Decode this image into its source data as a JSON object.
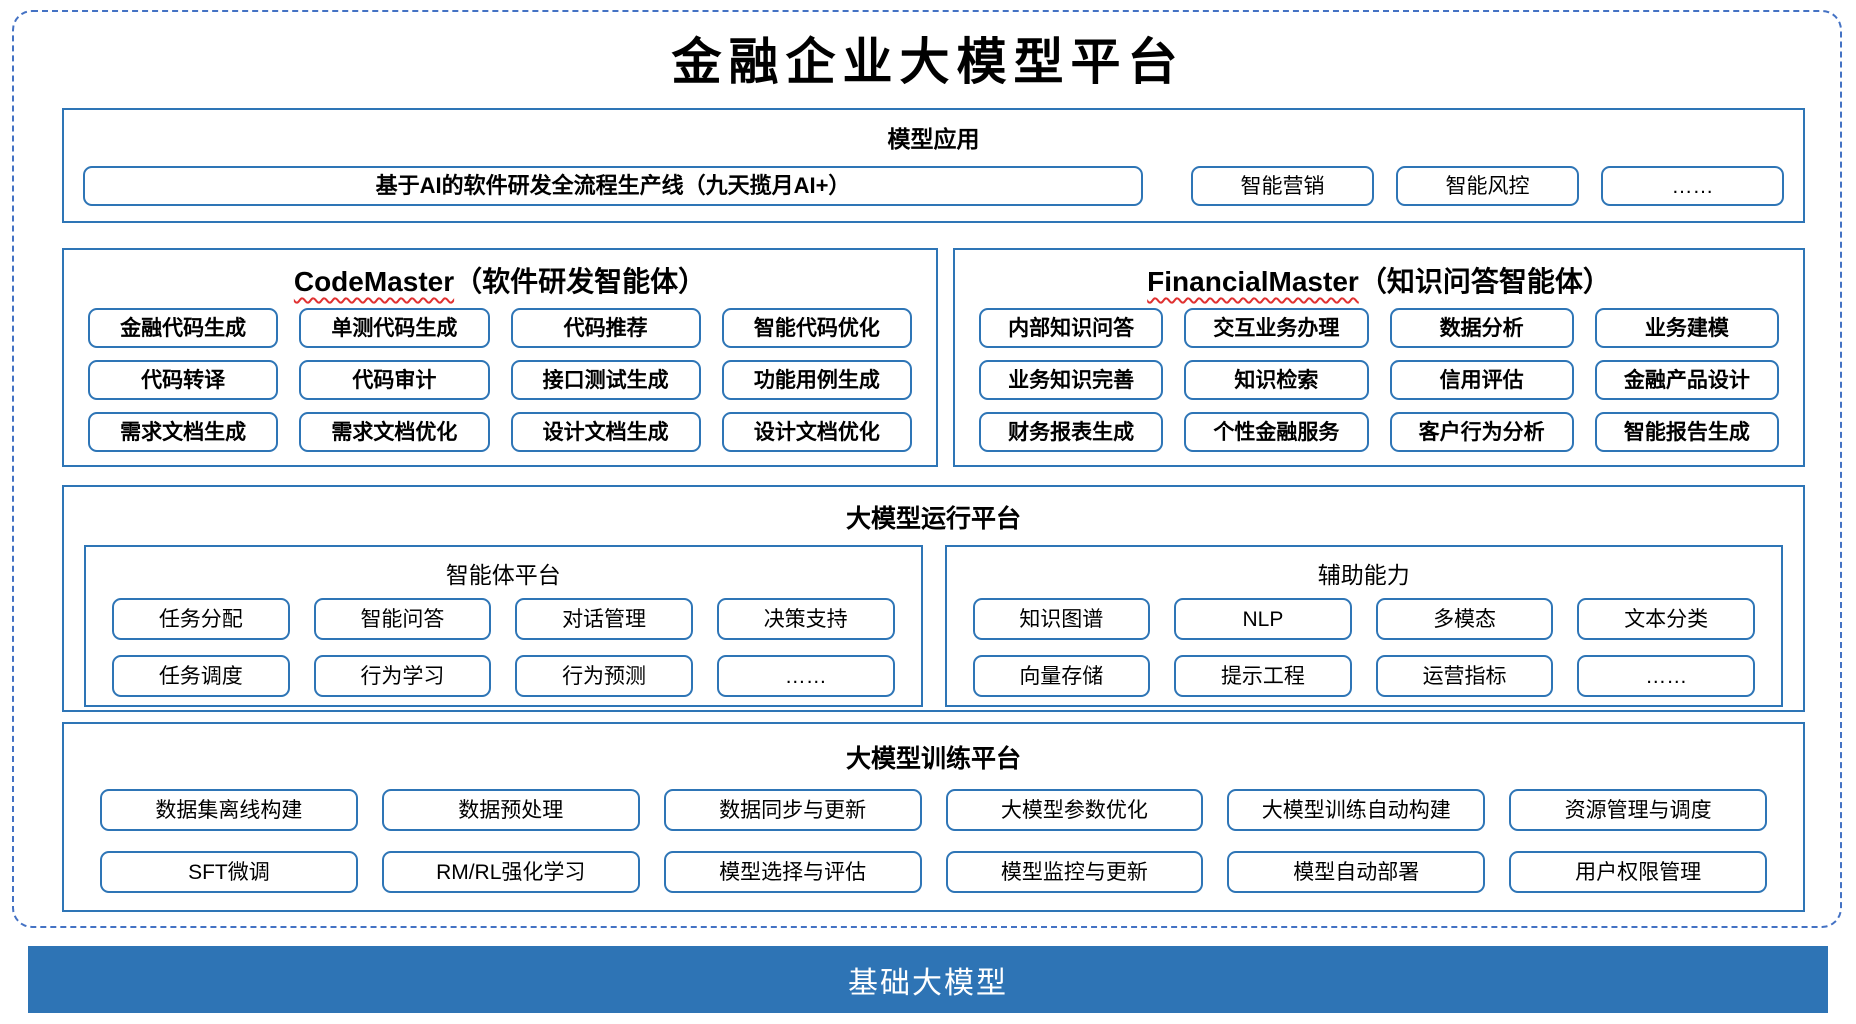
{
  "title": "金融企业大模型平台",
  "colors": {
    "box_border": "#2E75B6",
    "outer_dashed_border": "#4472C4",
    "foundation_bar": "#2E74B5",
    "spellcheck_wavy": "#E03131",
    "text": "#000000"
  },
  "sections": {
    "model_app": {
      "title": "模型应用",
      "pipeline": "基于AI的软件研发全流程生产线（九天揽月AI+）",
      "items": [
        "智能营销",
        "智能风控",
        "……"
      ]
    },
    "code_master": {
      "title_en": "CodeMaster",
      "title_zh": "（软件研发智能体）",
      "items": [
        "金融代码生成",
        "单测代码生成",
        "代码推荐",
        "智能代码优化",
        "代码转译",
        "代码审计",
        "接口测试生成",
        "功能用例生成",
        "需求文档生成",
        "需求文档优化",
        "设计文档生成",
        "设计文档优化"
      ]
    },
    "financial_master": {
      "title_en": "FinancialMaster",
      "title_zh": "（知识问答智能体）",
      "items": [
        "内部知识问答",
        "交互业务办理",
        "数据分析",
        "业务建模",
        "业务知识完善",
        "知识检索",
        "信用评估",
        "金融产品设计",
        "财务报表生成",
        "个性金融服务",
        "客户行为分析",
        "智能报告生成"
      ]
    },
    "runtime": {
      "title": "大模型运行平台",
      "agent_platform": {
        "title": "智能体平台",
        "items": [
          "任务分配",
          "智能问答",
          "对话管理",
          "决策支持",
          "任务调度",
          "行为学习",
          "行为预测",
          "……"
        ]
      },
      "aux_ability": {
        "title": "辅助能力",
        "items": [
          "知识图谱",
          "NLP",
          "多模态",
          "文本分类",
          "向量存储",
          "提示工程",
          "运营指标",
          "……"
        ]
      }
    },
    "training": {
      "title": "大模型训练平台",
      "items": [
        "数据集离线构建",
        "数据预处理",
        "数据同步与更新",
        "大模型参数优化",
        "大模型训练自动构建",
        "资源管理与调度",
        "SFT微调",
        "RM/RL强化学习",
        "模型选择与评估",
        "模型监控与更新",
        "模型自动部署",
        "用户权限管理"
      ]
    },
    "foundation": {
      "title": "基础大模型"
    }
  }
}
